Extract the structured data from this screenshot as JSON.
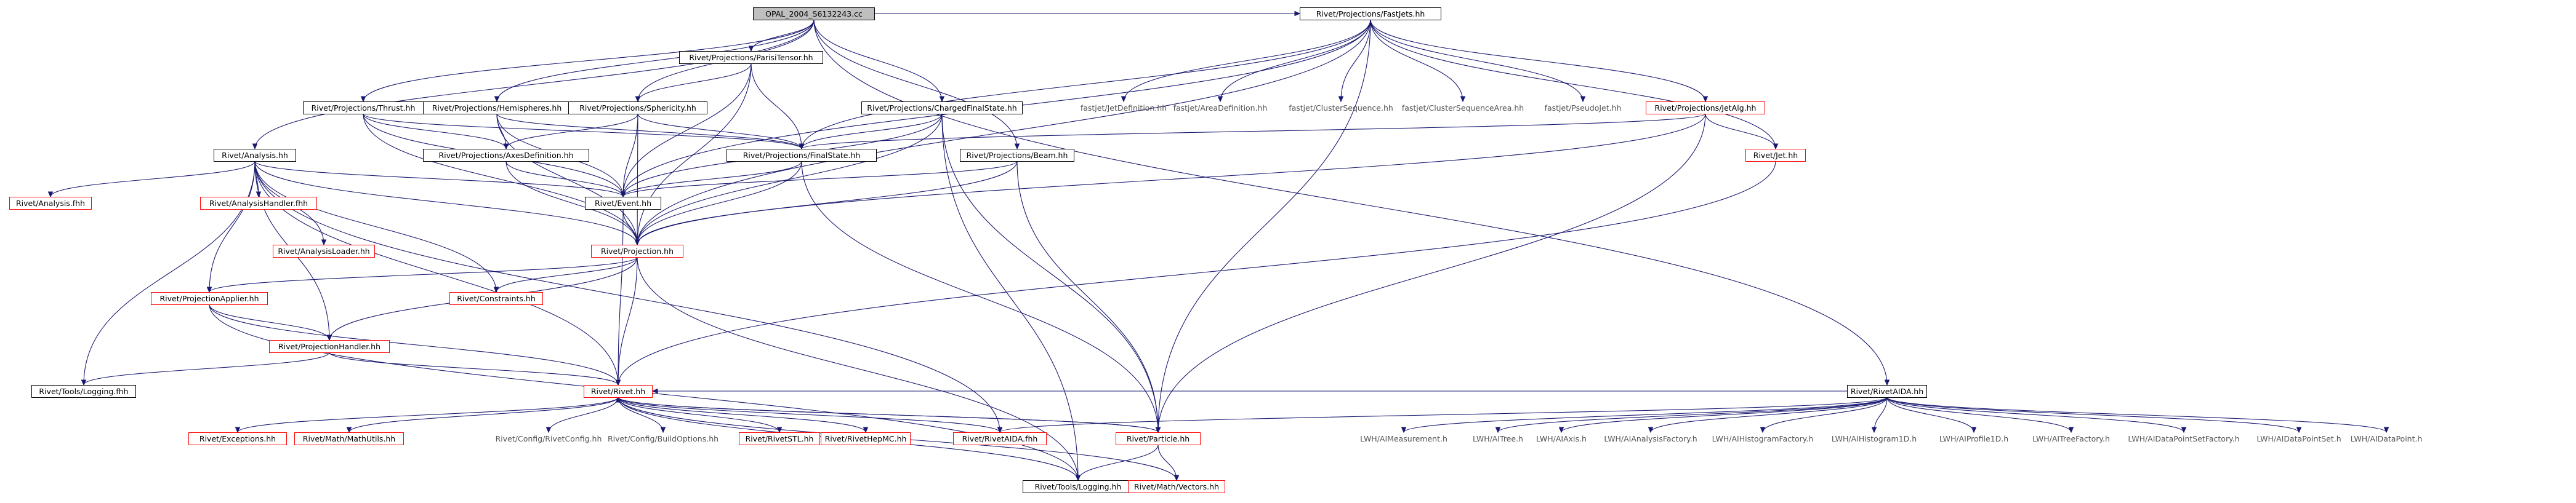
{
  "graph": {
    "root": "OPAL_2004_S6132243.cc",
    "colors": {
      "edge": "#191970",
      "border": "#000000",
      "undocumented_border": "#ff0000",
      "root_fill": "#bfbfbf",
      "external_text": "#555555"
    },
    "nodes": [
      {
        "id": "root",
        "label": "OPAL_2004_S6132243.cc",
        "style": "root"
      },
      {
        "id": "ana",
        "label": "Rivet/Analysis.hh",
        "style": "normal"
      },
      {
        "id": "thr",
        "label": "Rivet/Projections/Thrust.hh",
        "style": "normal"
      },
      {
        "id": "hem",
        "label": "Rivet/Projections/Hemispheres.hh",
        "style": "normal"
      },
      {
        "id": "par",
        "label": "Rivet/Projections/ParisiTensor.hh",
        "style": "normal"
      },
      {
        "id": "sph",
        "label": "Rivet/Projections/Sphericity.hh",
        "style": "normal"
      },
      {
        "id": "cfs",
        "label": "Rivet/Projections/ChargedFinalState.hh",
        "style": "normal"
      },
      {
        "id": "bea",
        "label": "Rivet/Projections/Beam.hh",
        "style": "normal"
      },
      {
        "id": "fj",
        "label": "Rivet/Projections/FastJets.hh",
        "style": "normal"
      },
      {
        "id": "aida",
        "label": "Rivet/RivetAIDA.hh",
        "style": "normal"
      },
      {
        "id": "afh",
        "label": "Rivet/Analysis.fhh",
        "style": "red"
      },
      {
        "id": "ahf",
        "label": "Rivet/AnalysisHandler.fhh",
        "style": "red"
      },
      {
        "id": "ald",
        "label": "Rivet/AnalysisLoader.hh",
        "style": "red"
      },
      {
        "id": "axd",
        "label": "Rivet/Projections/AxesDefinition.hh",
        "style": "normal"
      },
      {
        "id": "fs",
        "label": "Rivet/Projections/FinalState.hh",
        "style": "normal"
      },
      {
        "id": "evt",
        "label": "Rivet/Event.hh",
        "style": "normal"
      },
      {
        "id": "prj",
        "label": "Rivet/Projection.hh",
        "style": "red"
      },
      {
        "id": "pap",
        "label": "Rivet/ProjectionApplier.hh",
        "style": "red"
      },
      {
        "id": "con",
        "label": "Rivet/Constraints.hh",
        "style": "red"
      },
      {
        "id": "phd",
        "label": "Rivet/ProjectionHandler.hh",
        "style": "red"
      },
      {
        "id": "tlf",
        "label": "Rivet/Tools/Logging.fhh",
        "style": "normal"
      },
      {
        "id": "riv",
        "label": "Rivet/Rivet.hh",
        "style": "red"
      },
      {
        "id": "jdef",
        "label": "fastjet/JetDefinition.hh",
        "style": "ext"
      },
      {
        "id": "adef",
        "label": "fastjet/AreaDefinition.hh",
        "style": "ext"
      },
      {
        "id": "cseq",
        "label": "fastjet/ClusterSequence.hh",
        "style": "ext"
      },
      {
        "id": "csa",
        "label": "fastjet/ClusterSequenceArea.hh",
        "style": "ext"
      },
      {
        "id": "pjet",
        "label": "fastjet/PseudoJet.hh",
        "style": "ext"
      },
      {
        "id": "jalg",
        "label": "Rivet/Projections/JetAlg.hh",
        "style": "red"
      },
      {
        "id": "jet",
        "label": "Rivet/Jet.hh",
        "style": "red"
      },
      {
        "id": "exc",
        "label": "Rivet/Exceptions.hh",
        "style": "red"
      },
      {
        "id": "mmu",
        "label": "Rivet/Math/MathUtils.hh",
        "style": "red"
      },
      {
        "id": "rcf",
        "label": "Rivet/Config/RivetConfig.hh",
        "style": "ext"
      },
      {
        "id": "bo",
        "label": "Rivet/Config/BuildOptions.hh",
        "style": "ext"
      },
      {
        "id": "stl",
        "label": "Rivet/RivetSTL.hh",
        "style": "red"
      },
      {
        "id": "hmc",
        "label": "Rivet/RivetHepMC.hh",
        "style": "red"
      },
      {
        "id": "raf",
        "label": "Rivet/RivetAIDA.fhh",
        "style": "red"
      },
      {
        "id": "pcl",
        "label": "Rivet/Particle.hh",
        "style": "red"
      },
      {
        "id": "tlh",
        "label": "Rivet/Tools/Logging.hh",
        "style": "normal"
      },
      {
        "id": "mvh",
        "label": "Rivet/Math/Vectors.hh",
        "style": "red"
      },
      {
        "id": "lwm",
        "label": "LWH/AIMeasurement.h",
        "style": "ext"
      },
      {
        "id": "lwt",
        "label": "LWH/AITree.h",
        "style": "ext"
      },
      {
        "id": "lwa",
        "label": "LWH/AIAxis.h",
        "style": "ext"
      },
      {
        "id": "lwaf",
        "label": "LWH/AIAnalysisFactory.h",
        "style": "ext"
      },
      {
        "id": "lwhf",
        "label": "LWH/AIHistogramFactory.h",
        "style": "ext"
      },
      {
        "id": "lwh1",
        "label": "LWH/AIHistogram1D.h",
        "style": "ext"
      },
      {
        "id": "lwp1",
        "label": "LWH/AIProfile1D.h",
        "style": "ext"
      },
      {
        "id": "lwtf",
        "label": "LWH/AITreeFactory.h",
        "style": "ext"
      },
      {
        "id": "lwdf",
        "label": "LWH/AIDataPointSetFactory.h",
        "style": "ext"
      },
      {
        "id": "lwds",
        "label": "LWH/AIDataPointSet.h",
        "style": "ext"
      },
      {
        "id": "lwdp",
        "label": "LWH/AIDataPoint.h",
        "style": "ext"
      }
    ],
    "edges": [
      [
        "root",
        "ana"
      ],
      [
        "root",
        "thr"
      ],
      [
        "root",
        "hem"
      ],
      [
        "root",
        "par"
      ],
      [
        "root",
        "sph"
      ],
      [
        "root",
        "cfs"
      ],
      [
        "root",
        "bea"
      ],
      [
        "root",
        "fj"
      ],
      [
        "root",
        "aida"
      ],
      [
        "ana",
        "afh"
      ],
      [
        "ana",
        "ahf"
      ],
      [
        "ana",
        "ald"
      ],
      [
        "ana",
        "pap"
      ],
      [
        "ana",
        "phd"
      ],
      [
        "ana",
        "con"
      ],
      [
        "ana",
        "evt"
      ],
      [
        "ana",
        "prj"
      ],
      [
        "ana",
        "tlf"
      ],
      [
        "ana",
        "riv"
      ],
      [
        "ana",
        "raf"
      ],
      [
        "thr",
        "axd"
      ],
      [
        "thr",
        "fs"
      ],
      [
        "thr",
        "evt"
      ],
      [
        "thr",
        "prj"
      ],
      [
        "hem",
        "axd"
      ],
      [
        "hem",
        "fs"
      ],
      [
        "hem",
        "evt"
      ],
      [
        "hem",
        "prj"
      ],
      [
        "par",
        "sph"
      ],
      [
        "par",
        "fs"
      ],
      [
        "par",
        "evt"
      ],
      [
        "par",
        "prj"
      ],
      [
        "sph",
        "axd"
      ],
      [
        "sph",
        "fs"
      ],
      [
        "sph",
        "evt"
      ],
      [
        "sph",
        "prj"
      ],
      [
        "axd",
        "evt"
      ],
      [
        "axd",
        "prj"
      ],
      [
        "cfs",
        "fs"
      ],
      [
        "cfs",
        "evt"
      ],
      [
        "cfs",
        "prj"
      ],
      [
        "cfs",
        "pcl"
      ],
      [
        "cfs",
        "tlh"
      ],
      [
        "bea",
        "evt"
      ],
      [
        "bea",
        "prj"
      ],
      [
        "bea",
        "pcl"
      ],
      [
        "fs",
        "evt"
      ],
      [
        "fs",
        "prj"
      ],
      [
        "fs",
        "pcl"
      ],
      [
        "evt",
        "riv"
      ],
      [
        "evt",
        "prj"
      ],
      [
        "prj",
        "pap"
      ],
      [
        "prj",
        "con"
      ],
      [
        "prj",
        "phd"
      ],
      [
        "prj",
        "riv"
      ],
      [
        "prj",
        "tlh"
      ],
      [
        "pap",
        "phd"
      ],
      [
        "pap",
        "riv"
      ],
      [
        "pap",
        "tlh"
      ],
      [
        "phd",
        "tlf"
      ],
      [
        "phd",
        "riv"
      ],
      [
        "fj",
        "jdef"
      ],
      [
        "fj",
        "adef"
      ],
      [
        "fj",
        "cseq"
      ],
      [
        "fj",
        "csa"
      ],
      [
        "fj",
        "pjet"
      ],
      [
        "fj",
        "jalg"
      ],
      [
        "fj",
        "jet"
      ],
      [
        "fj",
        "fs"
      ],
      [
        "fj",
        "evt"
      ],
      [
        "fj",
        "prj"
      ],
      [
        "fj",
        "pcl"
      ],
      [
        "jalg",
        "fs"
      ],
      [
        "jalg",
        "jet"
      ],
      [
        "jalg",
        "prj"
      ],
      [
        "jalg",
        "pcl"
      ],
      [
        "jet",
        "riv"
      ],
      [
        "aida",
        "riv"
      ],
      [
        "aida",
        "raf"
      ],
      [
        "aida",
        "lwm"
      ],
      [
        "aida",
        "lwt"
      ],
      [
        "aida",
        "lwa"
      ],
      [
        "aida",
        "lwaf"
      ],
      [
        "aida",
        "lwhf"
      ],
      [
        "aida",
        "lwh1"
      ],
      [
        "aida",
        "lwp1"
      ],
      [
        "aida",
        "lwtf"
      ],
      [
        "aida",
        "lwdf"
      ],
      [
        "aida",
        "lwds"
      ],
      [
        "aida",
        "lwdp"
      ],
      [
        "riv",
        "exc"
      ],
      [
        "riv",
        "mmu"
      ],
      [
        "riv",
        "rcf"
      ],
      [
        "riv",
        "bo"
      ],
      [
        "riv",
        "stl"
      ],
      [
        "riv",
        "hmc"
      ],
      [
        "riv",
        "raf"
      ],
      [
        "riv",
        "pcl"
      ],
      [
        "riv",
        "tlh"
      ],
      [
        "riv",
        "mvh"
      ],
      [
        "pcl",
        "riv"
      ],
      [
        "pcl",
        "tlh"
      ],
      [
        "pcl",
        "mvh"
      ]
    ]
  }
}
